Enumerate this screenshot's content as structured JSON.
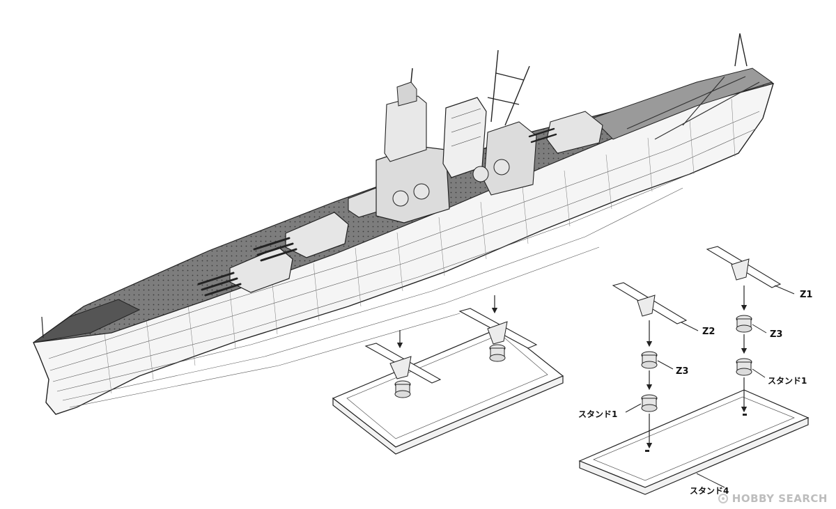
{
  "labels": {
    "z1": "Z1",
    "z2": "Z2",
    "z3_right": "Z3",
    "z3_middle": "Z3",
    "stand1_right": "スタンド1",
    "stand1_left": "スタンド1",
    "stand4": "スタンド4"
  },
  "watermark": {
    "text": "HOBBY SEARCH"
  },
  "colors": {
    "line": "#222222",
    "deck": "#7a7a7a",
    "hull": "#f4f4f4",
    "watermark": "#bdbdbd"
  }
}
